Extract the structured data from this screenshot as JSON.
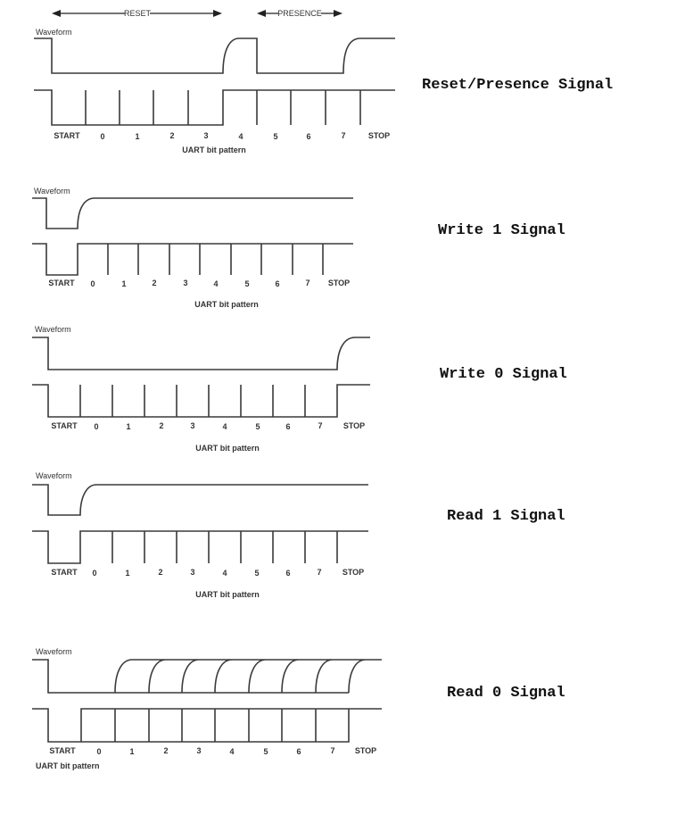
{
  "diagrams": [
    {
      "id": "reset-presence",
      "caption": "Reset/Presence Signal",
      "waveform_label": "Waveform",
      "pattern_label": "UART bit pattern",
      "annotations": [
        "RESET",
        "PRESENCE"
      ],
      "bit_labels": [
        "START",
        "0",
        "1",
        "2",
        "3",
        "4",
        "5",
        "6",
        "7",
        "STOP"
      ]
    },
    {
      "id": "write-1",
      "caption": "Write 1 Signal",
      "waveform_label": "Waveform",
      "pattern_label": "UART bit pattern",
      "bit_labels": [
        "START",
        "0",
        "1",
        "2",
        "3",
        "4",
        "5",
        "6",
        "7",
        "STOP"
      ]
    },
    {
      "id": "write-0",
      "caption": "Write 0 Signal",
      "waveform_label": "Waveform",
      "pattern_label": "UART bit pattern",
      "bit_labels": [
        "START",
        "0",
        "1",
        "2",
        "3",
        "4",
        "5",
        "6",
        "7",
        "STOP"
      ]
    },
    {
      "id": "read-1",
      "caption": "Read 1 Signal",
      "waveform_label": "Waveform",
      "pattern_label": "UART bit pattern",
      "bit_labels": [
        "START",
        "0",
        "1",
        "2",
        "3",
        "4",
        "5",
        "6",
        "7",
        "STOP"
      ]
    },
    {
      "id": "read-0",
      "caption": "Read 0 Signal",
      "waveform_label": "Waveform",
      "pattern_label": "UART bit pattern",
      "bit_labels": [
        "START",
        "0",
        "1",
        "2",
        "3",
        "4",
        "5",
        "6",
        "7",
        "STOP"
      ]
    }
  ]
}
